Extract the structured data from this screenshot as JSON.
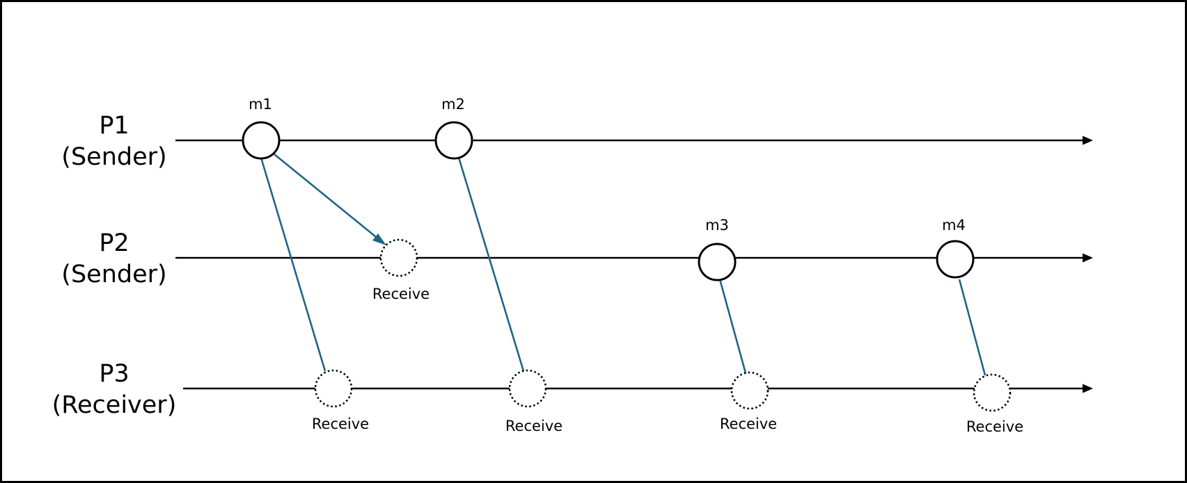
{
  "processes": [
    {
      "id": "p1",
      "name": "P1",
      "role": "(Sender)"
    },
    {
      "id": "p2",
      "name": "P2",
      "role": "(Sender)"
    },
    {
      "id": "p3",
      "name": "P3",
      "role": "(Receiver)"
    }
  ],
  "send_events": [
    {
      "id": "m1",
      "label": "m1",
      "process": "p1"
    },
    {
      "id": "m2",
      "label": "m2",
      "process": "p1"
    },
    {
      "id": "m3",
      "label": "m3",
      "process": "p2"
    },
    {
      "id": "m4",
      "label": "m4",
      "process": "p2"
    }
  ],
  "receive_events": [
    {
      "id": "r-p2-m1",
      "label": "Receive",
      "process": "p2",
      "message": "m1"
    },
    {
      "id": "r-p3-m1",
      "label": "Receive",
      "process": "p3",
      "message": "m1"
    },
    {
      "id": "r-p3-m2",
      "label": "Receive",
      "process": "p3",
      "message": "m2"
    },
    {
      "id": "r-p3-m3",
      "label": "Receive",
      "process": "p3",
      "message": "m3"
    },
    {
      "id": "r-p3-m4",
      "label": "Receive",
      "process": "p3",
      "message": "m4"
    }
  ],
  "colors": {
    "message_line": "#1f6585",
    "timeline": "#000000",
    "frame": "#000000"
  }
}
